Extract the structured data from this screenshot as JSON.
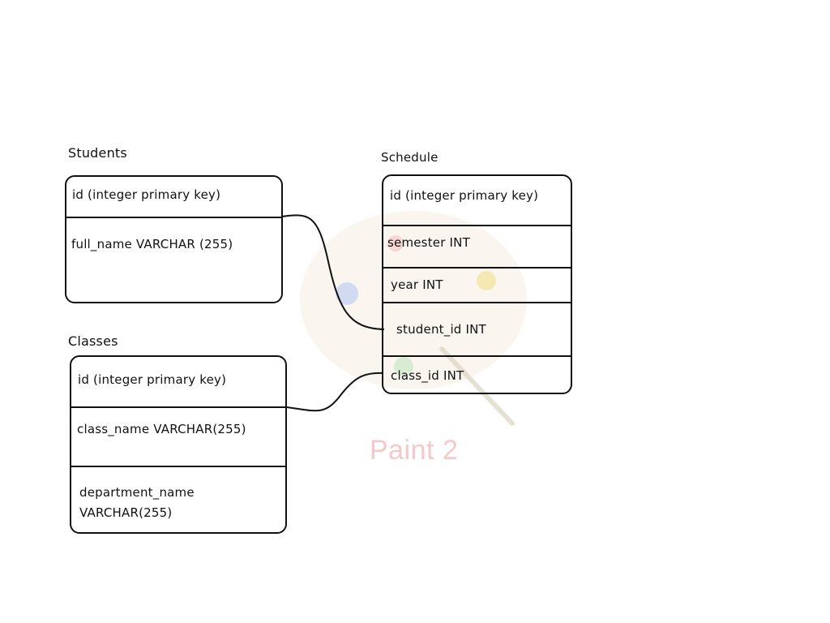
{
  "watermark": {
    "text": "Paint 2"
  },
  "tables": {
    "students": {
      "title": "Students",
      "fields": [
        "id (integer primary key)",
        "full_name VARCHAR (255)"
      ]
    },
    "classes": {
      "title": "Classes",
      "fields": [
        "id (integer primary key)",
        "class_name VARCHAR(255)",
        "department_name VARCHAR(255)"
      ]
    },
    "schedule": {
      "title": "Schedule",
      "fields": [
        "id (integer primary key)",
        "semester INT",
        "year INT",
        "student_id INT",
        "class_id INT"
      ]
    }
  },
  "relationships": [
    {
      "from": "Students.id",
      "to": "Schedule.student_id"
    },
    {
      "from": "Classes.id",
      "to": "Schedule.class_id"
    }
  ],
  "colors": {
    "stroke": "#111111",
    "watermark_text": "#f5c9c9",
    "background": "#ffffff"
  }
}
